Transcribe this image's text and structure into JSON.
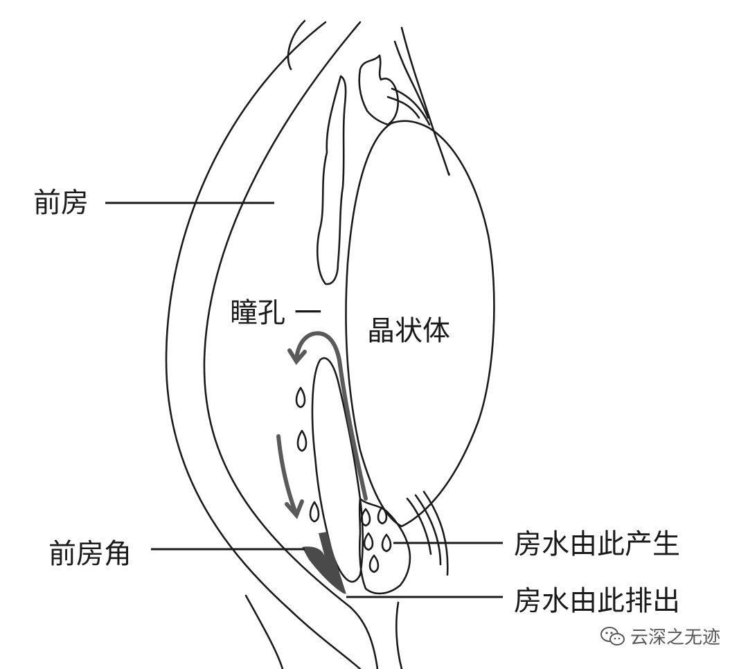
{
  "labels": {
    "anterior_chamber": "前房",
    "pupil": "瞳孔 一",
    "lens": "晶状体",
    "anterior_chamber_angle": "前房角",
    "aqueous_produced": "房水由此产生",
    "aqueous_drained": "房水由此排出"
  },
  "watermark": {
    "text": "云深之无迹",
    "icon": "wechat-icon"
  },
  "colors": {
    "outline": "#1a1a1a",
    "flow_arrow": "#5a5a5a",
    "angle_fill": "#4a4a4a",
    "background": "#ffffff"
  }
}
